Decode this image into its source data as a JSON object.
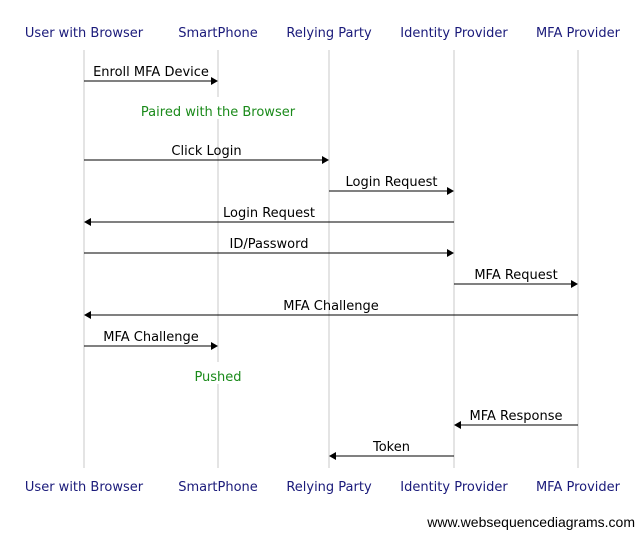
{
  "participants": [
    "User with Browser",
    "SmartPhone",
    "Relying Party",
    "Identity Provider",
    "MFA Provider"
  ],
  "events": [
    {
      "kind": "message",
      "from": 0,
      "to": 1,
      "label": "Enroll MFA Device"
    },
    {
      "kind": "note",
      "over": 1,
      "label": "Paired with the Browser"
    },
    {
      "kind": "message",
      "from": 0,
      "to": 2,
      "label": "Click Login"
    },
    {
      "kind": "message",
      "from": 2,
      "to": 3,
      "label": "Login Request"
    },
    {
      "kind": "message",
      "from": 3,
      "to": 0,
      "label": "Login Request"
    },
    {
      "kind": "message",
      "from": 0,
      "to": 3,
      "label": "ID/Password"
    },
    {
      "kind": "message",
      "from": 3,
      "to": 4,
      "label": "MFA Request"
    },
    {
      "kind": "message",
      "from": 4,
      "to": 0,
      "label": "MFA Challenge"
    },
    {
      "kind": "message",
      "from": 0,
      "to": 1,
      "label": "MFA Challenge"
    },
    {
      "kind": "note",
      "over": 1,
      "label": "Pushed"
    },
    {
      "kind": "message",
      "from": 4,
      "to": 3,
      "label": "MFA Response"
    },
    {
      "kind": "message",
      "from": 3,
      "to": 2,
      "label": "Token"
    }
  ],
  "watermark": "www.websequencediagrams.com",
  "colors": {
    "participant_text": "#1a1a7a",
    "note_text": "#1a8a1a",
    "lifeline": "#c8c8c8",
    "arrow": "#000000"
  }
}
